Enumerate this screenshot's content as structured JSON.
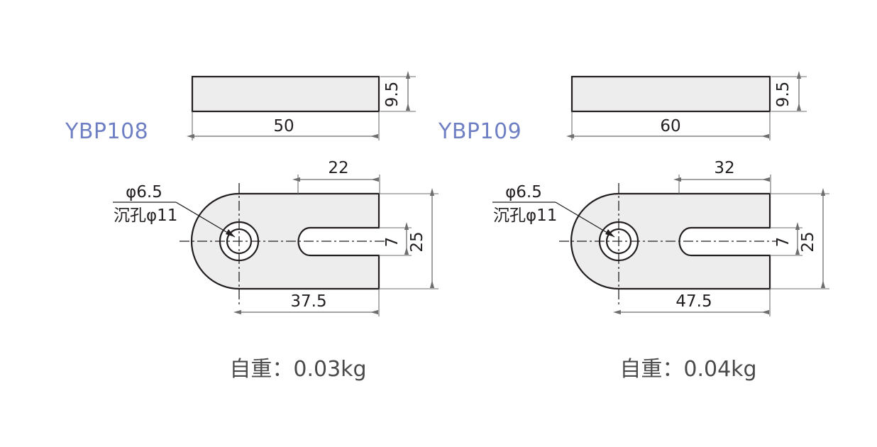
{
  "sheet": {
    "background": "#ffffff",
    "line_color": "#231f20",
    "fill_color": "#ecedec",
    "label_color": "#6f7fc4",
    "dim_color": "#6e6e6e",
    "weight_color": "#4a4a4a"
  },
  "drawings": [
    {
      "id": "ybp108",
      "part_label": "YBP108",
      "weight_label": "自重：0.03kg",
      "front_view": {
        "width_dim": "50",
        "thickness_dim": "9.5"
      },
      "top_view": {
        "slot_length_dim": "22",
        "overall_length_dim": "37.5",
        "height_dim": "25",
        "slot_width_dim": "7",
        "hole_callout_top": "φ6.5",
        "hole_callout_bottom": "沉孔φ11"
      }
    },
    {
      "id": "ybp109",
      "part_label": "YBP109",
      "weight_label": "自重：0.04kg",
      "front_view": {
        "width_dim": "60",
        "thickness_dim": "9.5"
      },
      "top_view": {
        "slot_length_dim": "32",
        "overall_length_dim": "47.5",
        "height_dim": "25",
        "slot_width_dim": "7",
        "hole_callout_top": "φ6.5",
        "hole_callout_bottom": "沉孔φ11"
      }
    }
  ]
}
